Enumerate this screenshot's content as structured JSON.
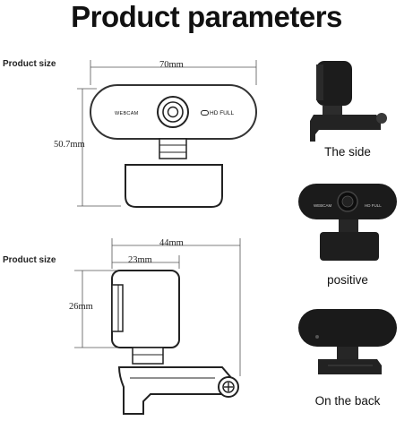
{
  "title": "Product parameters",
  "product_size_label_1": "Product size",
  "product_size_label_2": "Product size",
  "dims": {
    "width_front": "70mm",
    "height_front": "50.7mm",
    "depth_total": "44mm",
    "depth_body": "23mm",
    "height_side": "26mm"
  },
  "front_markings": {
    "left": "WEBCAM",
    "right": "HD FULL"
  },
  "photos": {
    "side_caption": "The side",
    "positive_caption": "positive",
    "back_caption": "On the back",
    "positive_left_text": "WEBCAM",
    "positive_right_text": "HD FULL"
  },
  "colors": {
    "line": "#555555",
    "camera_dark": "#1a1a1a"
  }
}
